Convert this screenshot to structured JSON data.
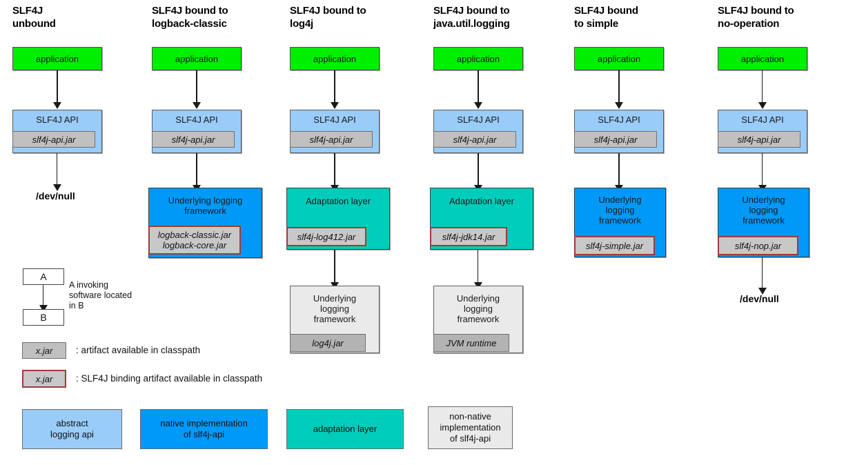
{
  "diagram": {
    "title": "SLF4J bindings overview",
    "colors": {
      "application": "#00ee00",
      "abstract_logging_api": "#99ccf9",
      "native_implementation": "#0099f7",
      "adaptation_layer": "#00ccbb",
      "non_native_implementation": "#eaeaea",
      "jar_chip": "#c0c0c0",
      "binding_border": "#9c3b3b",
      "arrow": "#1a1a1a"
    },
    "columns": [
      {
        "id": "unbound",
        "title": "SLF4J\nunbound",
        "application": "application",
        "api": "SLF4J API",
        "api_jar": "slf4j-api.jar",
        "terminal": "/dev/null"
      },
      {
        "id": "logback-classic",
        "title": "SLF4J bound to\nlogback-classic",
        "application": "application",
        "api": "SLF4J API",
        "api_jar": "slf4j-api.jar",
        "impl": "Underlying logging\nframework",
        "impl_jar": "logback-classic.jar\nlogback-core.jar"
      },
      {
        "id": "log4j",
        "title": "SLF4J bound to\nlog4j",
        "application": "application",
        "api": "SLF4J API",
        "api_jar": "slf4j-api.jar",
        "adapter": "Adaptation layer",
        "adapter_jar": "slf4j-log412.jar",
        "impl": "Underlying\nlogging\nframework",
        "impl_jar": "log4j.jar"
      },
      {
        "id": "java-util-logging",
        "title": "SLF4J bound to\njava.util.logging",
        "application": "application",
        "api": "SLF4J API",
        "api_jar": "slf4j-api.jar",
        "adapter": "Adaptation layer",
        "adapter_jar": "slf4j-jdk14.jar",
        "impl": "Underlying\nlogging\nframework",
        "impl_jar": "JVM runtime"
      },
      {
        "id": "simple",
        "title": "SLF4J bound\nto simple",
        "application": "application",
        "api": "SLF4J API",
        "api_jar": "slf4j-api.jar",
        "impl": "Underlying\nlogging\nframework",
        "impl_jar": "slf4j-simple.jar"
      },
      {
        "id": "no-operation",
        "title": "SLF4J bound to\nno-operation",
        "application": "application",
        "api": "SLF4J API",
        "api_jar": "slf4j-api.jar",
        "impl": "Underlying\nlogging\nframework",
        "impl_jar": "slf4j-nop.jar",
        "terminal": "/dev/null"
      }
    ],
    "legend": {
      "invoking": {
        "box_a": "A",
        "box_b": "B",
        "caption": "A invoking\nsoftware located\nin B"
      },
      "artifact": {
        "chip": "x.jar",
        "caption": ": artifact available in classpath"
      },
      "binding_artifact": {
        "chip": "x.jar",
        "caption": ": SLF4J binding artifact available in classpath"
      },
      "swatches": [
        {
          "label": "abstract\nlogging api",
          "color": "#99ccf9"
        },
        {
          "label": "native implementation\nof slf4j-api",
          "color": "#0099f7"
        },
        {
          "label": "adaptation layer",
          "color": "#00ccbb"
        },
        {
          "label": "non-native\nimplementation\nof slf4j-api",
          "color": "#eaeaea"
        }
      ]
    }
  }
}
